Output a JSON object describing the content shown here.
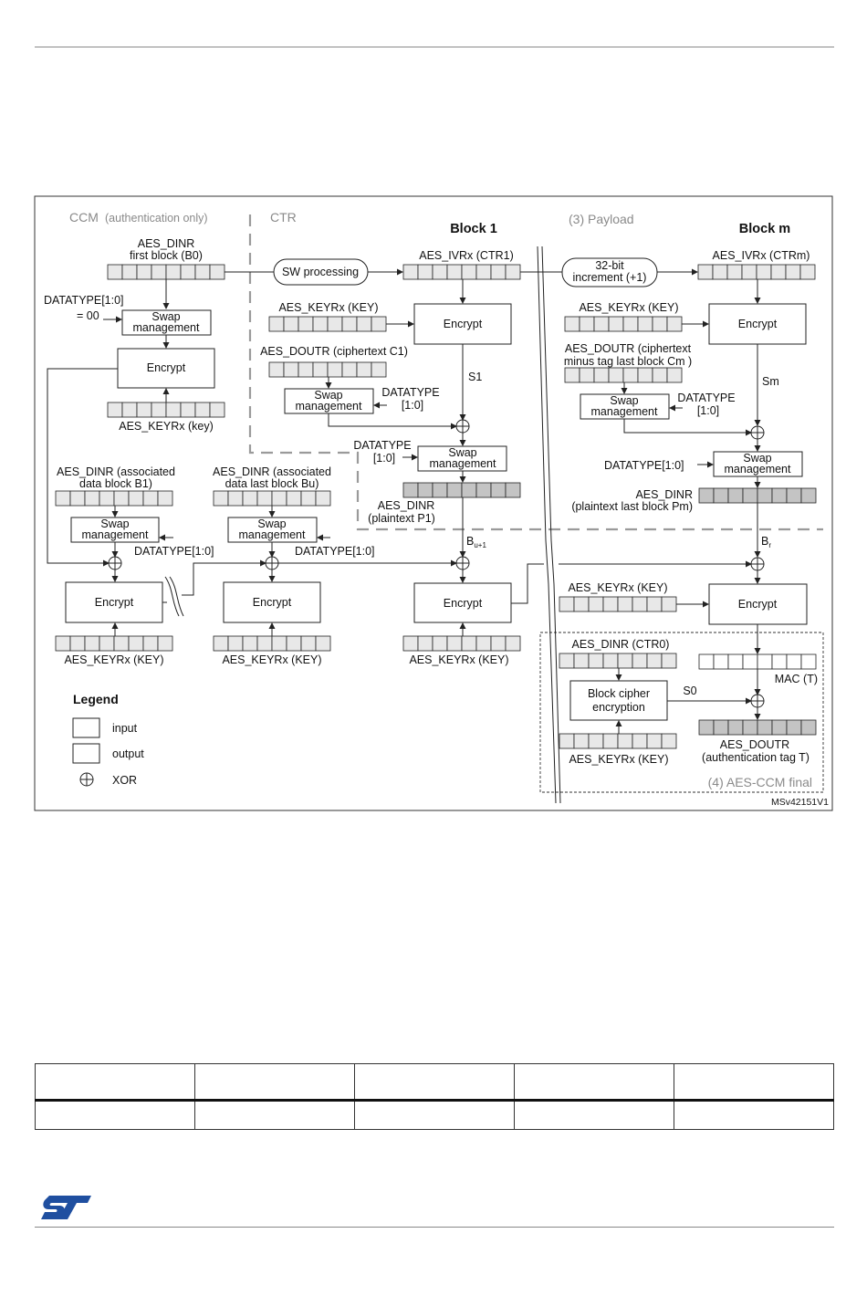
{
  "figure_id": "MSv42151V1",
  "sections": {
    "ccm_label": "CCM",
    "ccm_sub": "(authentication only)",
    "ctr_label": "CTR",
    "payload_label": "(3) Payload",
    "final_label": "(4) AES-CCM final"
  },
  "headings": {
    "block1": "Block 1",
    "blockm": "Block m"
  },
  "registers": {
    "dinr_b0_line1": "AES_DINR",
    "dinr_b0_line2": "first block (B0)",
    "ivr_ctr1": "AES_IVRx (CTR1)",
    "ivr_ctrm": "AES_IVRx (CTRm)",
    "keyr_upper": "AES_KEYRx (KEY)",
    "keyr_lower": "AES_KEYRx (key)",
    "doutr_c1": "AES_DOUTR (ciphertext C1)",
    "doutr_cm_line1": "AES_DOUTR (ciphertext",
    "doutr_cm_line2": "minus tag last block Cm )",
    "dinr_b1_line1": "AES_DINR (associated",
    "dinr_b1_line2": "data block B1)",
    "dinr_bu_line1": "AES_DINR (associated",
    "dinr_bu_line2": "data last block Bu)",
    "dinr_p1_line1": "AES_DINR",
    "dinr_p1_line2": "(plaintext P1)",
    "dinr_pm_line1": "AES_DINR",
    "dinr_pm_line2": "(plaintext last block Pm)",
    "dinr_ctr0": "AES_DINR (CTR0)",
    "mac": "MAC (T)",
    "doutr_tag_line1": "AES_DOUTR",
    "doutr_tag_line2": "(authentication tag T)"
  },
  "blocks": {
    "encrypt": "Encrypt",
    "swap_line1": "Swap",
    "swap_line2": "management",
    "sw_processing": "SW processing",
    "inc_line1": "32-bit",
    "inc_line2": "increment (+1)",
    "bce_line1": "Block cipher",
    "bce_line2": "encryption"
  },
  "signals": {
    "datatype": "DATATYPE[1:0]",
    "datatype_val": "= 00",
    "datatype_a": "DATATYPE",
    "datatype_b": "[1:0]",
    "s1": "S1",
    "sm": "Sm",
    "s0": "S0",
    "bu1_main": "B",
    "bu1_sub": "u+1",
    "br_main": "B",
    "br_sub": "r"
  },
  "legend": {
    "title": "Legend",
    "input": "input",
    "output": "output",
    "xor": "XOR"
  },
  "colors": {
    "input_fill": "#e8e8e8",
    "output_fill": "#c4c4c4",
    "st_blue": "#1f4fa0"
  },
  "icons": {
    "logo": "st-logo",
    "xor": "xor-symbol"
  }
}
